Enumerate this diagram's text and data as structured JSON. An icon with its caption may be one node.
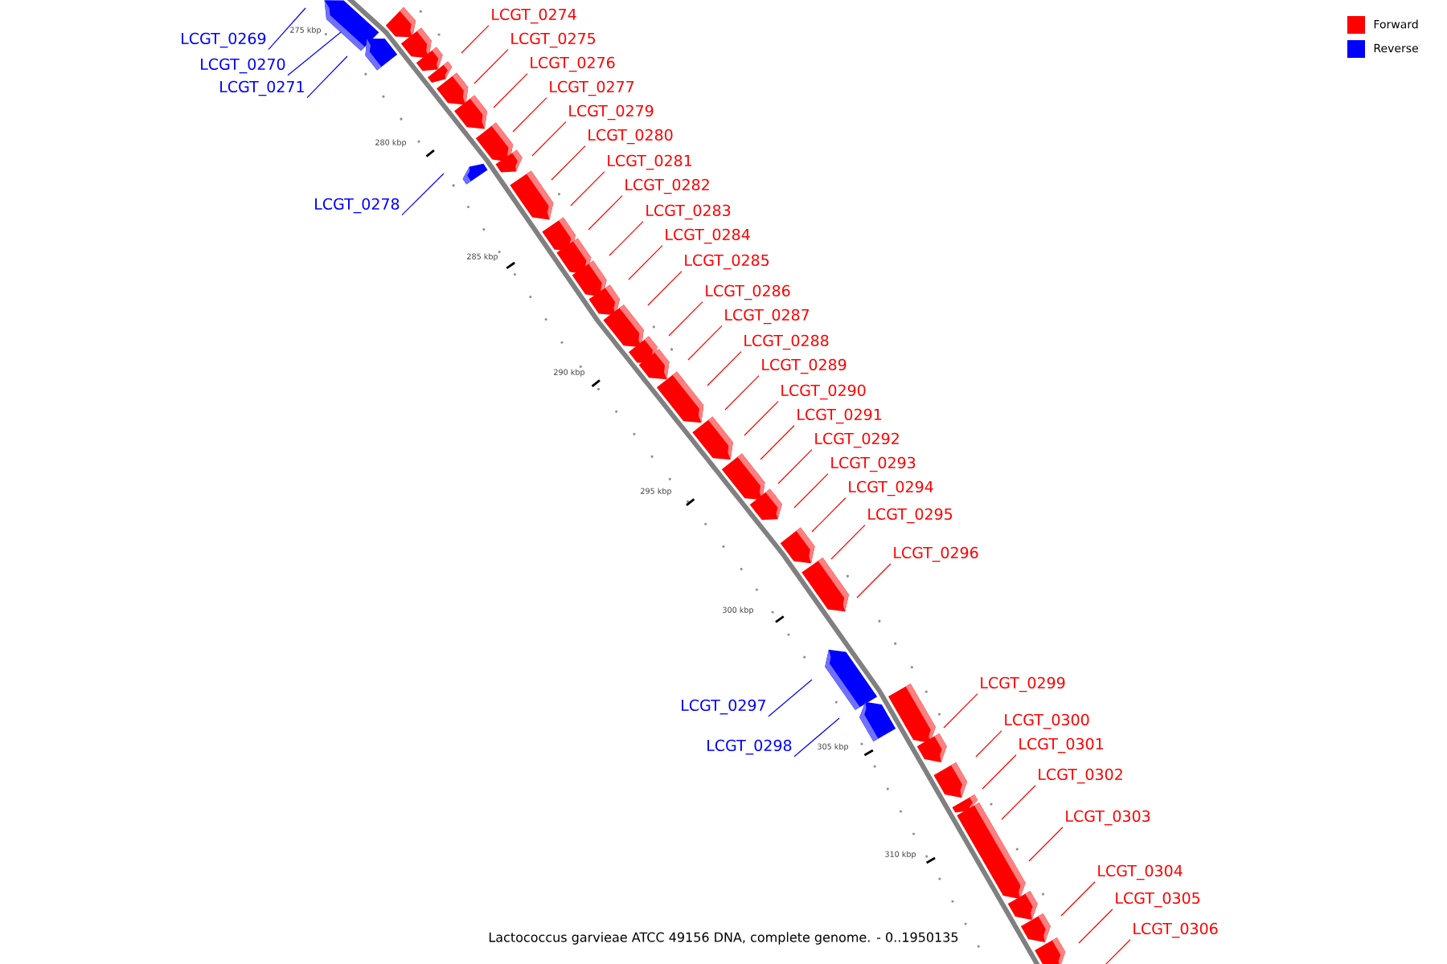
{
  "diagram": {
    "caption": "Lactococcus garvieae ATCC 49156 DNA, complete genome. - 0..1950135",
    "nodes": [
      {
        "text": [
          "LCGT_0274"
        ]
      },
      {
        "text": [
          "LCGT_0269"
        ]
      },
      {
        "text": [
          "LCGT_0275"
        ]
      },
      {
        "text": [
          "LCGT_0276"
        ]
      },
      {
        "text": [
          "LCGT_0270"
        ]
      },
      {
        "text": [
          "LCGT_0277"
        ]
      },
      {
        "text": [
          "LCGT_0271"
        ]
      },
      {
        "text": [
          "LCGT_0279"
        ]
      },
      {
        "text": [
          "LCGT_0280"
        ]
      },
      {
        "text": [
          "LCGT_0281"
        ]
      },
      {
        "text": [
          "LCGT_0282"
        ]
      },
      {
        "text": [
          "LCGT_0278"
        ]
      },
      {
        "text": [
          "LCGT_0283"
        ]
      },
      {
        "text": [
          "LCGT_0284"
        ]
      },
      {
        "text": [
          "LCGT_0285"
        ]
      },
      {
        "text": [
          "LCGT_0286"
        ]
      },
      {
        "text": [
          "LCGT_0287"
        ]
      },
      {
        "text": [
          "LCGT_0288"
        ]
      },
      {
        "text": [
          "LCGT_0289"
        ]
      },
      {
        "text": [
          "LCGT_0290"
        ]
      },
      {
        "text": [
          "LCGT_0291"
        ]
      },
      {
        "text": [
          "LCGT_0292"
        ]
      },
      {
        "text": [
          "LCGT_0293"
        ]
      },
      {
        "text": [
          "LCGT_0294"
        ]
      },
      {
        "text": [
          "LCGT_0295"
        ]
      },
      {
        "text": [
          "LCGT_0296"
        ]
      },
      {
        "text": [
          "LCGT_0299"
        ]
      },
      {
        "text": [
          "LCGT_0297"
        ]
      },
      {
        "text": [
          "LCGT_0300"
        ]
      },
      {
        "text": [
          "LCGT_0301"
        ]
      },
      {
        "text": [
          "LCGT_0298"
        ]
      },
      {
        "text": [
          "LCGT_0302"
        ]
      },
      {
        "text": [
          "LCGT_0303"
        ]
      },
      {
        "text": [
          "LCGT_0304"
        ]
      },
      {
        "text": [
          "LCGT_0305"
        ]
      },
      {
        "text": [
          "LCGT_0306"
        ]
      }
    ],
    "edges": [
      {
        "from": 0,
        "to": null,
        "arrow": "none"
      },
      {
        "from": 1,
        "to": null,
        "arrow": "none",
        "color": "#0000ff"
      },
      {
        "from": 2,
        "to": null,
        "arrow": "none"
      },
      {
        "from": 3,
        "to": null,
        "arrow": "none"
      },
      {
        "from": 4,
        "to": null,
        "arrow": "none",
        "color": "#0000ff"
      },
      {
        "from": 5,
        "to": null,
        "arrow": "none"
      },
      {
        "from": 6,
        "to": null,
        "arrow": "none",
        "color": "#0000ff"
      },
      {
        "from": 7,
        "to": null,
        "arrow": "none"
      },
      {
        "from": 8,
        "to": null,
        "arrow": "none"
      },
      {
        "from": 9,
        "to": null,
        "arrow": "none"
      },
      {
        "from": 10,
        "to": null,
        "arrow": "none"
      },
      {
        "from": 11,
        "to": null,
        "arrow": "none",
        "color": "#0000ff"
      },
      {
        "from": 12,
        "to": null,
        "arrow": "none"
      },
      {
        "from": 13,
        "to": null,
        "arrow": "none"
      },
      {
        "from": 14,
        "to": null,
        "arrow": "none"
      },
      {
        "from": 15,
        "to": null,
        "arrow": "none"
      },
      {
        "from": 16,
        "to": null,
        "arrow": "none"
      },
      {
        "from": 17,
        "to": null,
        "arrow": "none"
      },
      {
        "from": 18,
        "to": null,
        "arrow": "none"
      },
      {
        "from": 19,
        "to": null,
        "arrow": "none"
      },
      {
        "from": 20,
        "to": null,
        "arrow": "none"
      },
      {
        "from": 21,
        "to": null,
        "arrow": "none"
      },
      {
        "from": 22,
        "to": null,
        "arrow": "none"
      },
      {
        "from": 23,
        "to": null,
        "arrow": "none"
      },
      {
        "from": 24,
        "to": null,
        "arrow": "none"
      },
      {
        "from": 25,
        "to": null,
        "arrow": "none"
      },
      {
        "from": 26,
        "to": null,
        "arrow": "none"
      },
      {
        "from": 27,
        "to": null,
        "arrow": "none",
        "color": "#0000ff"
      },
      {
        "from": 28,
        "to": null,
        "arrow": "none"
      },
      {
        "from": 29,
        "to": null,
        "arrow": "none"
      },
      {
        "from": 30,
        "to": null,
        "arrow": "none",
        "color": "#0000ff"
      },
      {
        "from": 31,
        "to": null,
        "arrow": "none"
      },
      {
        "from": 32,
        "to": null,
        "arrow": "none"
      },
      {
        "from": 33,
        "to": null,
        "arrow": "none"
      },
      {
        "from": 34,
        "to": null,
        "arrow": "none"
      },
      {
        "from": 35,
        "to": null,
        "arrow": "none"
      }
    ],
    "labels": [
      "275 kbp",
      "280 kbp",
      "285 kbp",
      "290 kbp",
      "295 kbp",
      "300 kbp",
      "305 kbp",
      "310 kbp"
    ],
    "legend": [
      {
        "text": "Forward",
        "color": "#ff0000"
      },
      {
        "text": "Reverse",
        "color": "#0000ff"
      }
    ]
  }
}
